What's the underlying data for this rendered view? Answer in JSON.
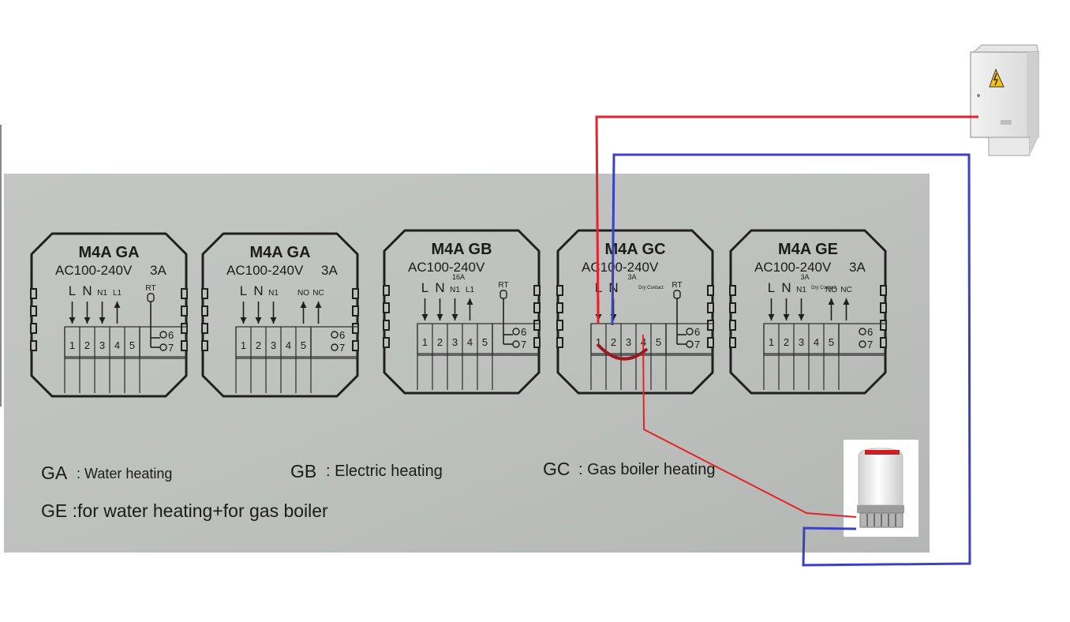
{
  "modules": [
    {
      "title": "M4A  GA",
      "voltage": "AC100-240V",
      "current": "3A",
      "amp_small": "",
      "terms": [
        "L",
        "N",
        "N1",
        "L1",
        "",
        ""
      ],
      "rt": "RT",
      "t6": "6",
      "t7": "7",
      "nums": [
        "1",
        "2",
        "3",
        "4",
        "5"
      ]
    },
    {
      "title": "M4A  GA",
      "voltage": "AC100-240V",
      "current": "3A",
      "amp_small": "",
      "terms": [
        "L",
        "N",
        "N1",
        "",
        "NO",
        "NC"
      ],
      "rt": "",
      "t6": "6",
      "t7": "7",
      "nums": [
        "1",
        "2",
        "3",
        "4",
        "5"
      ]
    },
    {
      "title": "M4A  GB",
      "voltage": "AC100-240V",
      "current": "",
      "amp_small": "16A",
      "terms": [
        "L",
        "N",
        "N1",
        "L1",
        "",
        ""
      ],
      "rt": "RT",
      "t6": "6",
      "t7": "7",
      "nums": [
        "1",
        "2",
        "3",
        "4",
        "5"
      ]
    },
    {
      "title": "M4A  GC",
      "voltage": "AC100-240V",
      "current": "",
      "amp_small": "3A",
      "terms": [
        "L",
        "N",
        "",
        "",
        "",
        ""
      ],
      "dry": "Dry Contact",
      "rt": "RT",
      "t6": "6",
      "t7": "7",
      "nums": [
        "1",
        "2",
        "3",
        "4",
        "5"
      ]
    },
    {
      "title": "M4A  GE",
      "voltage": "AC100-240V",
      "current": "3A",
      "amp_small": "3A",
      "terms": [
        "L",
        "N",
        "N1",
        "",
        "NO",
        "NC"
      ],
      "dry": "Dry Contact",
      "rt": "",
      "t6": "6",
      "t7": "7",
      "nums": [
        "1",
        "2",
        "3",
        "4",
        "5"
      ]
    }
  ],
  "legend": {
    "ga_key": "GA",
    "ga_text": ": Water heating",
    "gb_key": "GB",
    "gb_text": ": Electric heating",
    "gc_key": "GC",
    "gc_text": ": Gas boiler heating",
    "ge_text": "GE :for water heating+for gas boiler"
  },
  "colors": {
    "photo_bg": "#bdc0bd",
    "live_wire": "#e5232b",
    "neutral_wire": "#3c41c2",
    "bridge": "#9b1b22"
  },
  "icons": {
    "power_box": "electrical-cabinet-icon",
    "actuator": "thermal-actuator-icon"
  }
}
